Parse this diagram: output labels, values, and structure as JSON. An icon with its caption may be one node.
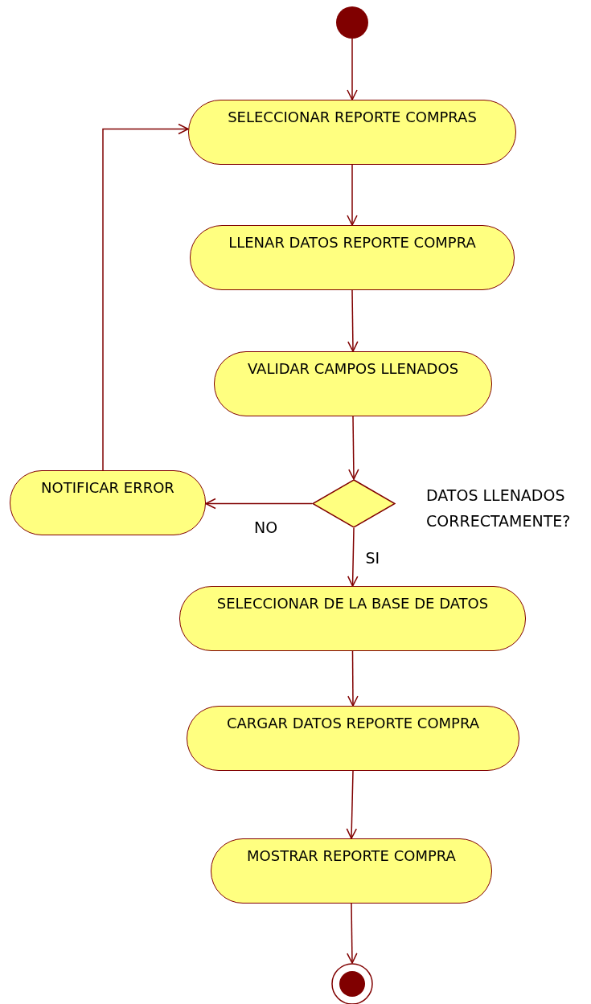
{
  "diagram": {
    "nodes": [
      {
        "text": [],
        "shape": "circle"
      },
      {
        "text": [
          "SELECCIONAR REPORTE COMPRAS"
        ]
      },
      {
        "text": [
          "LLENAR DATOS REPORTE COMPRA"
        ]
      },
      {
        "text": [
          "VALIDAR CAMPOS LLENADOS"
        ]
      },
      {
        "text": [],
        "shape": "diamond",
        "beside": [
          "DATOS LLENADOS CORRECTAMENTE?"
        ]
      },
      {
        "text": [
          "NOTIFICAR ERROR"
        ]
      },
      {
        "text": [
          "SELECCIONAR DE LA BASE DE DATOS"
        ]
      },
      {
        "text": [
          "CARGAR DATOS REPORTE COMPRA"
        ]
      },
      {
        "text": [
          "MOSTRAR REPORTE COMPRA"
        ]
      },
      {
        "text": [],
        "shape": "circle"
      }
    ],
    "edges": [
      {
        "from": 0,
        "to": 1,
        "arrow": "to"
      },
      {
        "from": 1,
        "to": 2,
        "arrow": "to"
      },
      {
        "from": 2,
        "to": 3,
        "arrow": "to"
      },
      {
        "from": 3,
        "to": 4,
        "arrow": "to"
      },
      {
        "from": 4,
        "to": 5,
        "arrow": "to",
        "label": "NO"
      },
      {
        "from": 4,
        "to": 6,
        "arrow": "to",
        "label": "SI"
      },
      {
        "from": 5,
        "to": 1,
        "arrow": "to"
      },
      {
        "from": 6,
        "to": 7,
        "arrow": "to"
      },
      {
        "from": 7,
        "to": 8,
        "arrow": "to"
      },
      {
        "from": 8,
        "to": 9,
        "arrow": "to"
      }
    ]
  }
}
